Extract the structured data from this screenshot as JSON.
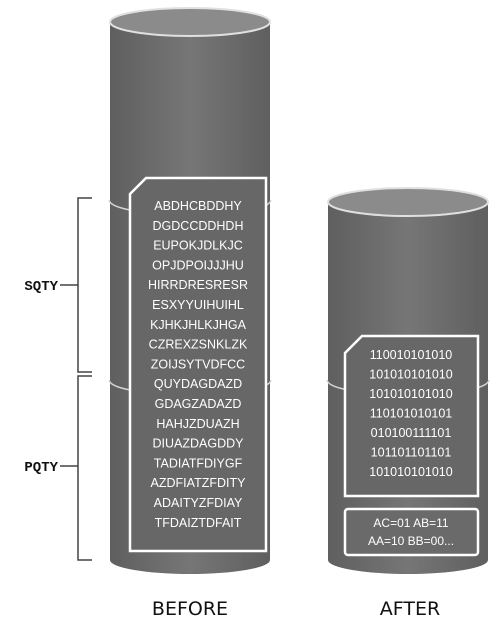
{
  "labels": {
    "sqty": "SQTY",
    "pqty": "PQTY",
    "before": "BEFORE",
    "after": "AFTER"
  },
  "before_lines": [
    "ABDHCBDDHY",
    "DGDCCDDHDH",
    "EUPOKJDLKJC",
    "OPJDPOIJJJHU",
    "HIRRDRESRESR",
    "ESXYYUIHUIHL",
    "KJHKJHLKJHGA",
    "CZREXZSNKLZK",
    "ZOIJSYTVDFCC",
    "QUYDAGDAZD",
    "GDAGZADAZD",
    "HAHJZDUAZH",
    "DIUAZDAGDDY",
    "TADIATFDIYGF",
    "AZDFIATZFDITY",
    "ADAITYZFDIAY",
    "TFDAIZTDFAIT"
  ],
  "after_lines": [
    "110010101010",
    "101010101010",
    "101010101010",
    "110101010101",
    "010100111101",
    "101101101101",
    "101010101010"
  ],
  "dictionary_lines": [
    "AC=01 AB=11",
    "AA=10 BB=00..."
  ],
  "colors": {
    "cylinder_body": "#6d6d6d",
    "cylinder_top": "#8a8a8a",
    "cylinder_rim": "#d0d0d0",
    "card_fill": "#666666",
    "card_border": "#ffffff",
    "bracket": "#444444"
  }
}
